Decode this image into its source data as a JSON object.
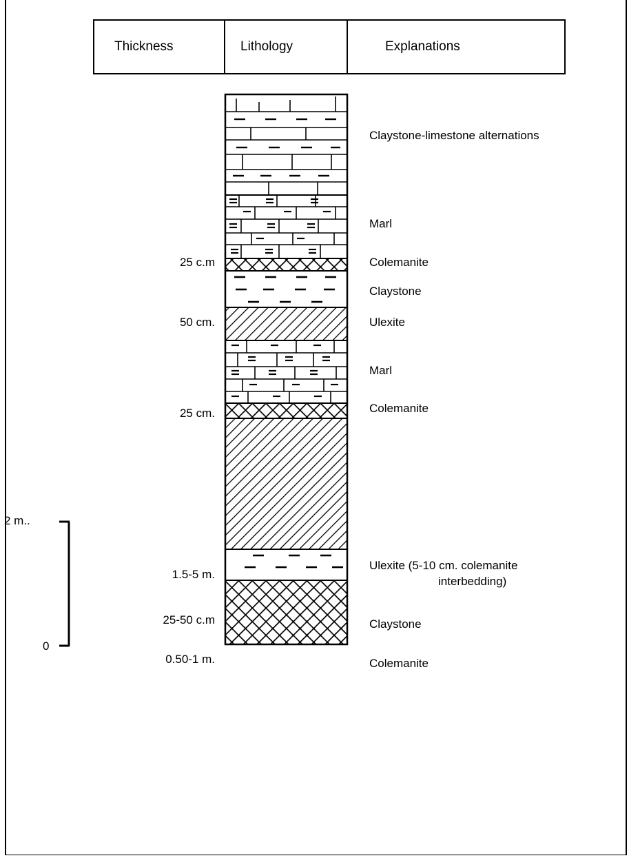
{
  "header": {
    "thickness": "Thickness",
    "lithology": "Lithology",
    "explanations": "Explanations"
  },
  "layers": [
    {
      "lithology": "limestone-claystone",
      "explanation": "Claystone-limestone alternations",
      "thickness": ""
    },
    {
      "lithology": "marl",
      "explanation": "Marl",
      "thickness": ""
    },
    {
      "lithology": "colemanite",
      "explanation": "Colemanite",
      "thickness": "25 c.m"
    },
    {
      "lithology": "claystone",
      "explanation": "Claystone",
      "thickness": ""
    },
    {
      "lithology": "ulexite",
      "explanation": "Ulexite",
      "thickness": "50 cm."
    },
    {
      "lithology": "marl",
      "explanation": "Marl",
      "thickness": ""
    },
    {
      "lithology": "colemanite",
      "explanation": "Colemanite",
      "thickness": "25 cm."
    },
    {
      "lithology": "ulexite",
      "explanation_line1": "Ulexite (5-10 cm. colemanite",
      "explanation_line2": "interbedding)",
      "thickness": "1.5-5 m."
    },
    {
      "lithology": "claystone",
      "explanation": "Claystone",
      "thickness": "25-50 c.m"
    },
    {
      "lithology": "colemanite",
      "explanation": "Colemanite",
      "thickness": "0.50-1 m."
    }
  ],
  "scale_bar": {
    "top_label": "2 m..",
    "bottom_label": "0"
  }
}
